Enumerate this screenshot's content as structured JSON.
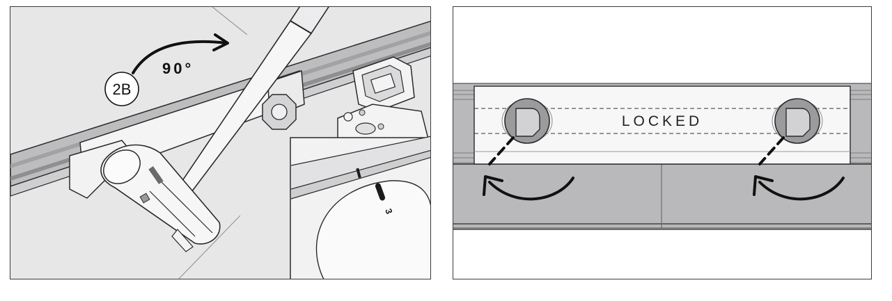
{
  "left_panel": {
    "step_label": "2B",
    "angle_label": "90°",
    "clip_marking": "3"
  },
  "right_panel": {
    "status_label": "LOCKED"
  }
}
